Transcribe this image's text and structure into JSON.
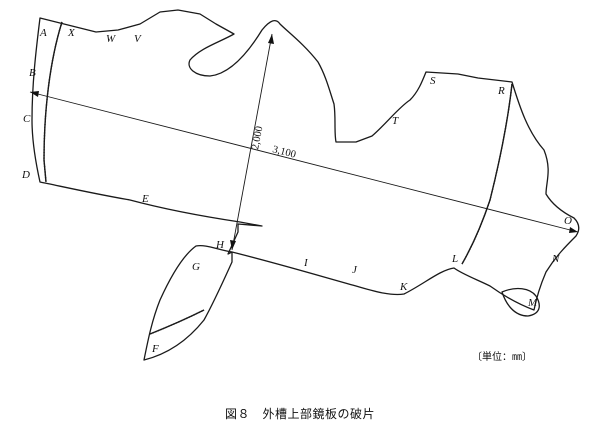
{
  "diagram": {
    "point_labels": [
      "A",
      "B",
      "C",
      "D",
      "E",
      "F",
      "G",
      "H",
      "I",
      "J",
      "K",
      "L",
      "M",
      "N",
      "O",
      "R",
      "S",
      "T",
      "V",
      "W",
      "X"
    ],
    "dimensions": {
      "length": "3,100",
      "height": "2,000"
    },
    "unit_note": "〔単位：㎜〕",
    "caption": "図８　外槽上部鏡板の破片"
  }
}
